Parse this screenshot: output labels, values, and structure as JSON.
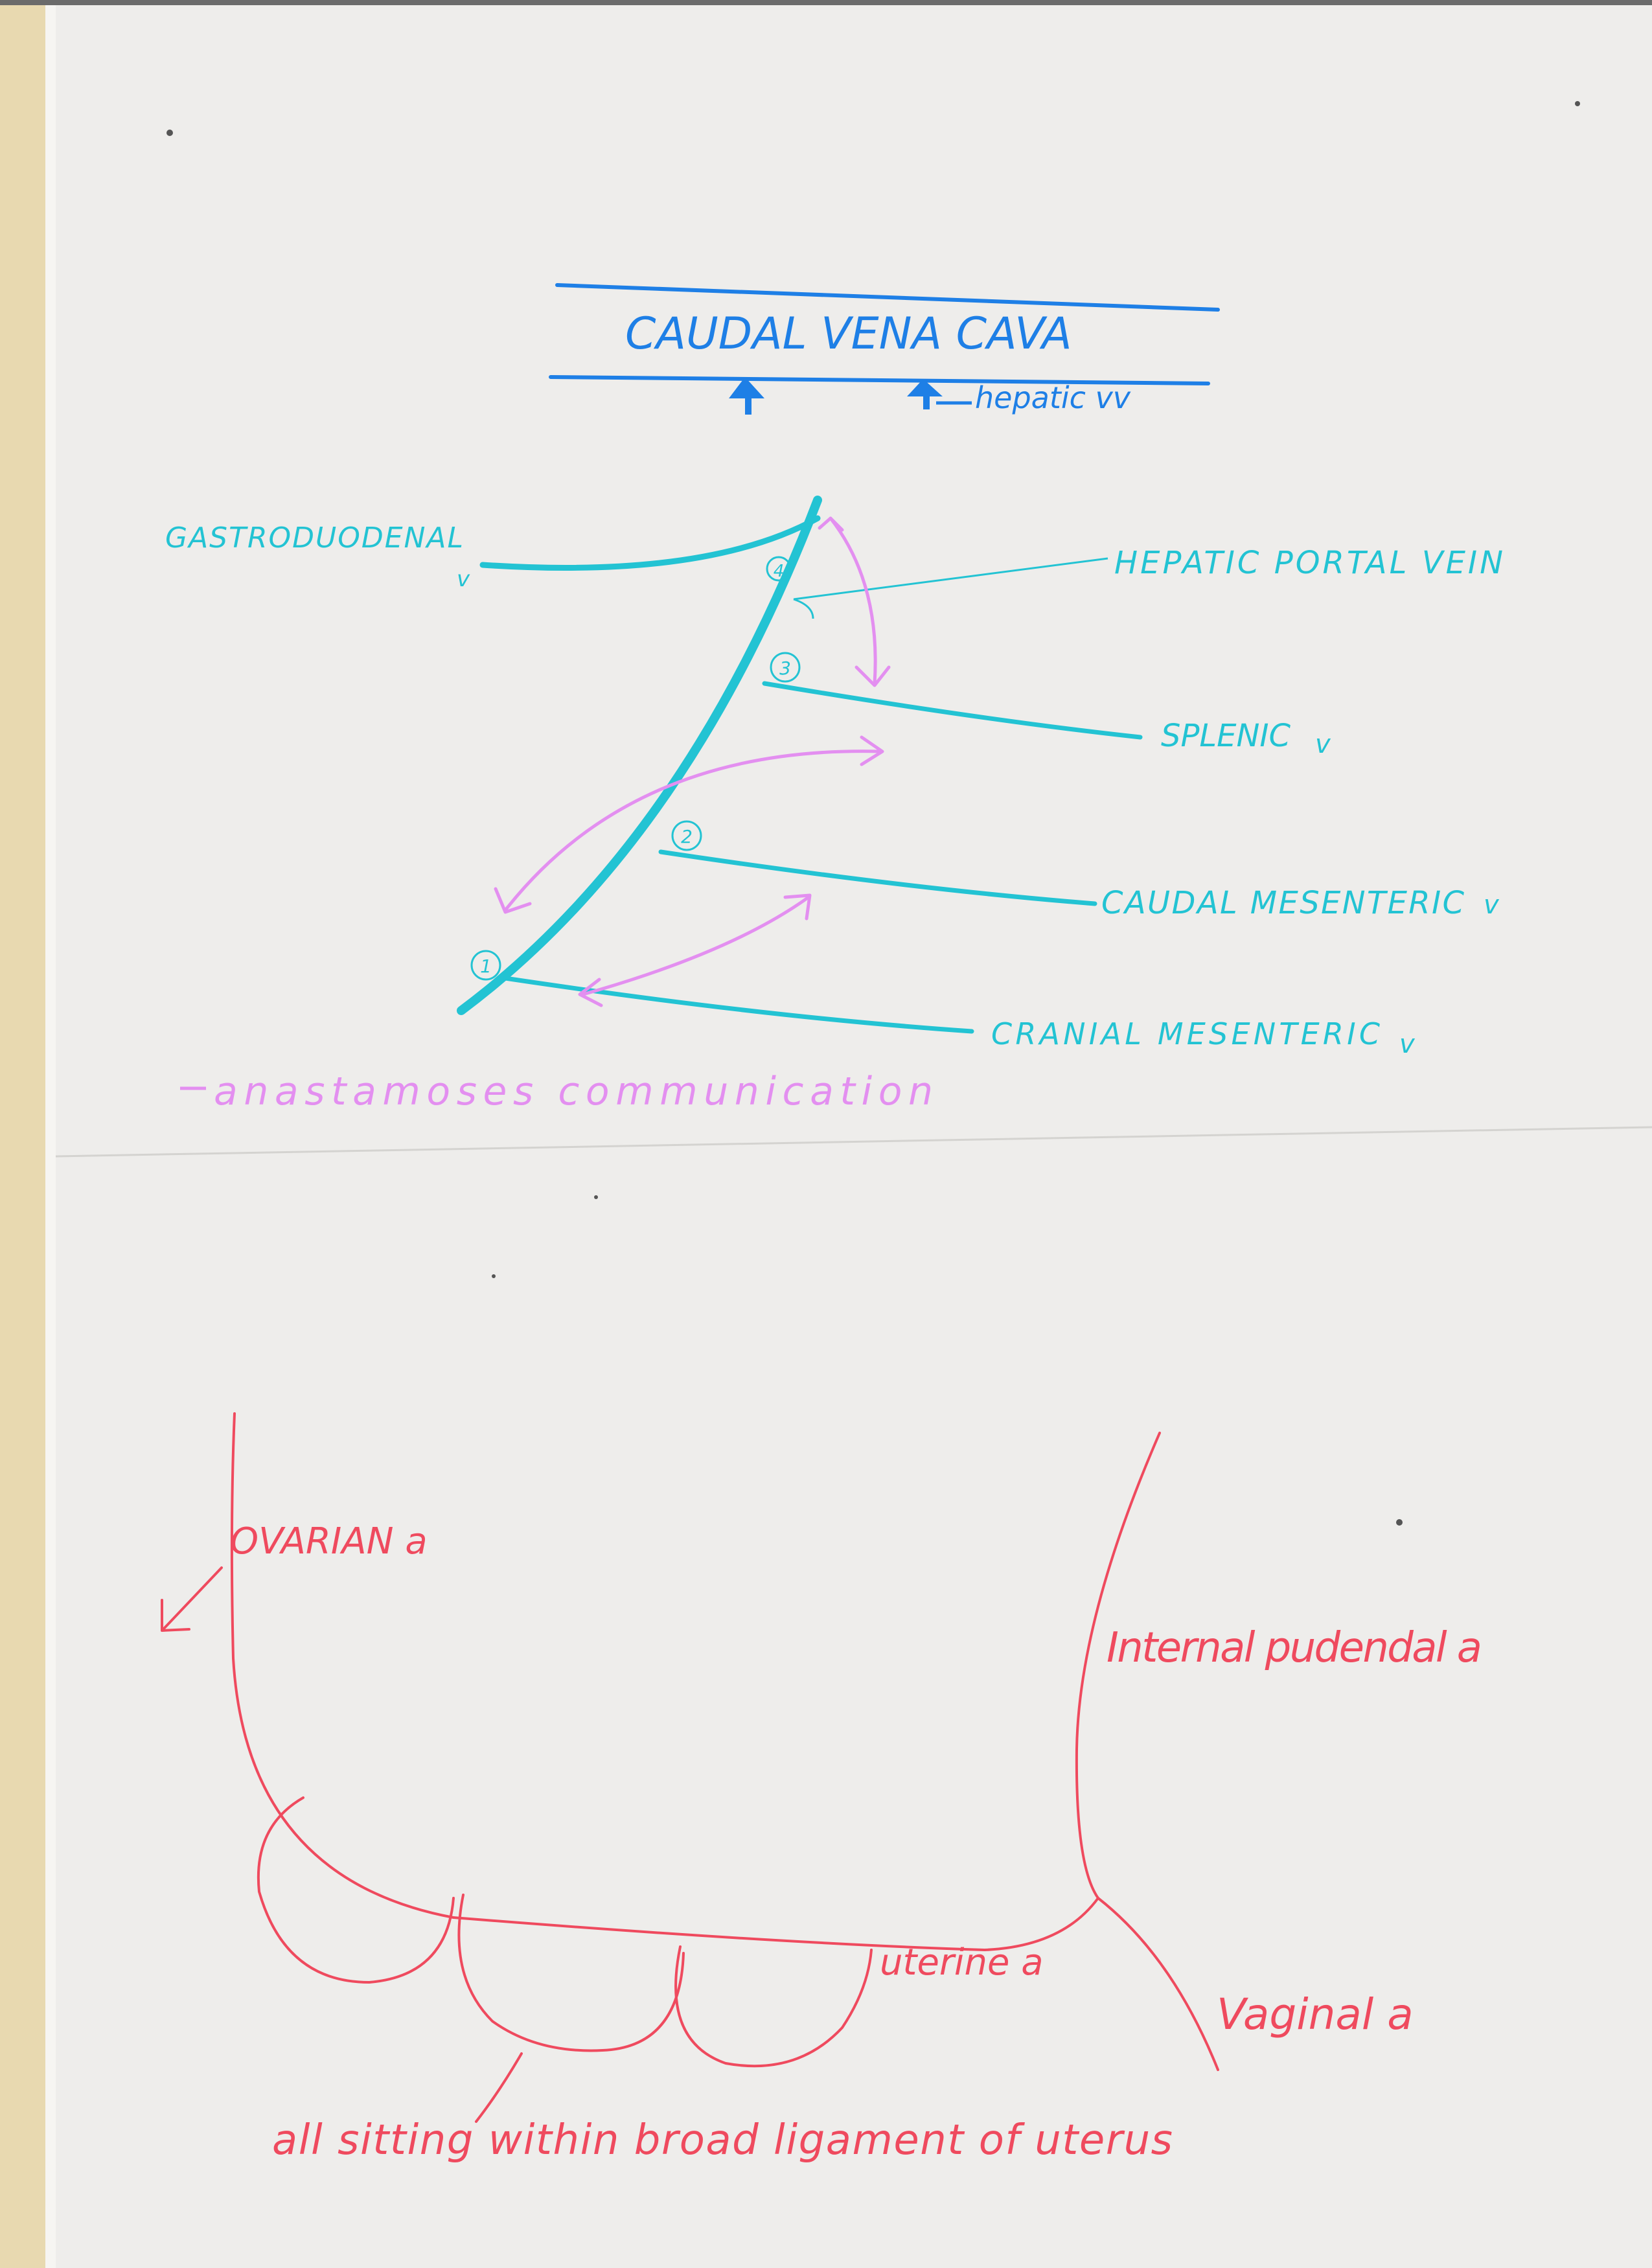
{
  "colors": {
    "paper": "#eeedeb",
    "binding_strip": "#e8d9b0",
    "blue_ink": "#1e7fe6",
    "cyan_ink": "#23c3d3",
    "pink_ink": "#e38ff0",
    "red_ink": "#ef4a5e"
  },
  "portal_diagram": {
    "title": "CAUDAL VENA CAVA",
    "hepatic_label": "hepatic vv",
    "hepatic_portal_label": "HEPATIC PORTAL VEIN",
    "branches": [
      {
        "label": "GASTRODUODENAL",
        "suffix": "v",
        "number": "4"
      },
      {
        "label": "SPLENIC",
        "suffix": "v",
        "number": "3"
      },
      {
        "label": "CAUDAL MESENTERIC",
        "suffix": "v",
        "number": "2"
      },
      {
        "label": "CRANIAL MESENTERIC",
        "suffix": "v",
        "number": "1"
      }
    ],
    "legend": "anastamoses communication"
  },
  "uterine_diagram": {
    "ovarian_label": "OVARIAN a",
    "internal_pudendal_label": "Internal pudendal a",
    "uterine_label": "uterine a",
    "vaginal_label": "Vaginal a",
    "caption": "all sitting within broad ligament of uterus"
  }
}
